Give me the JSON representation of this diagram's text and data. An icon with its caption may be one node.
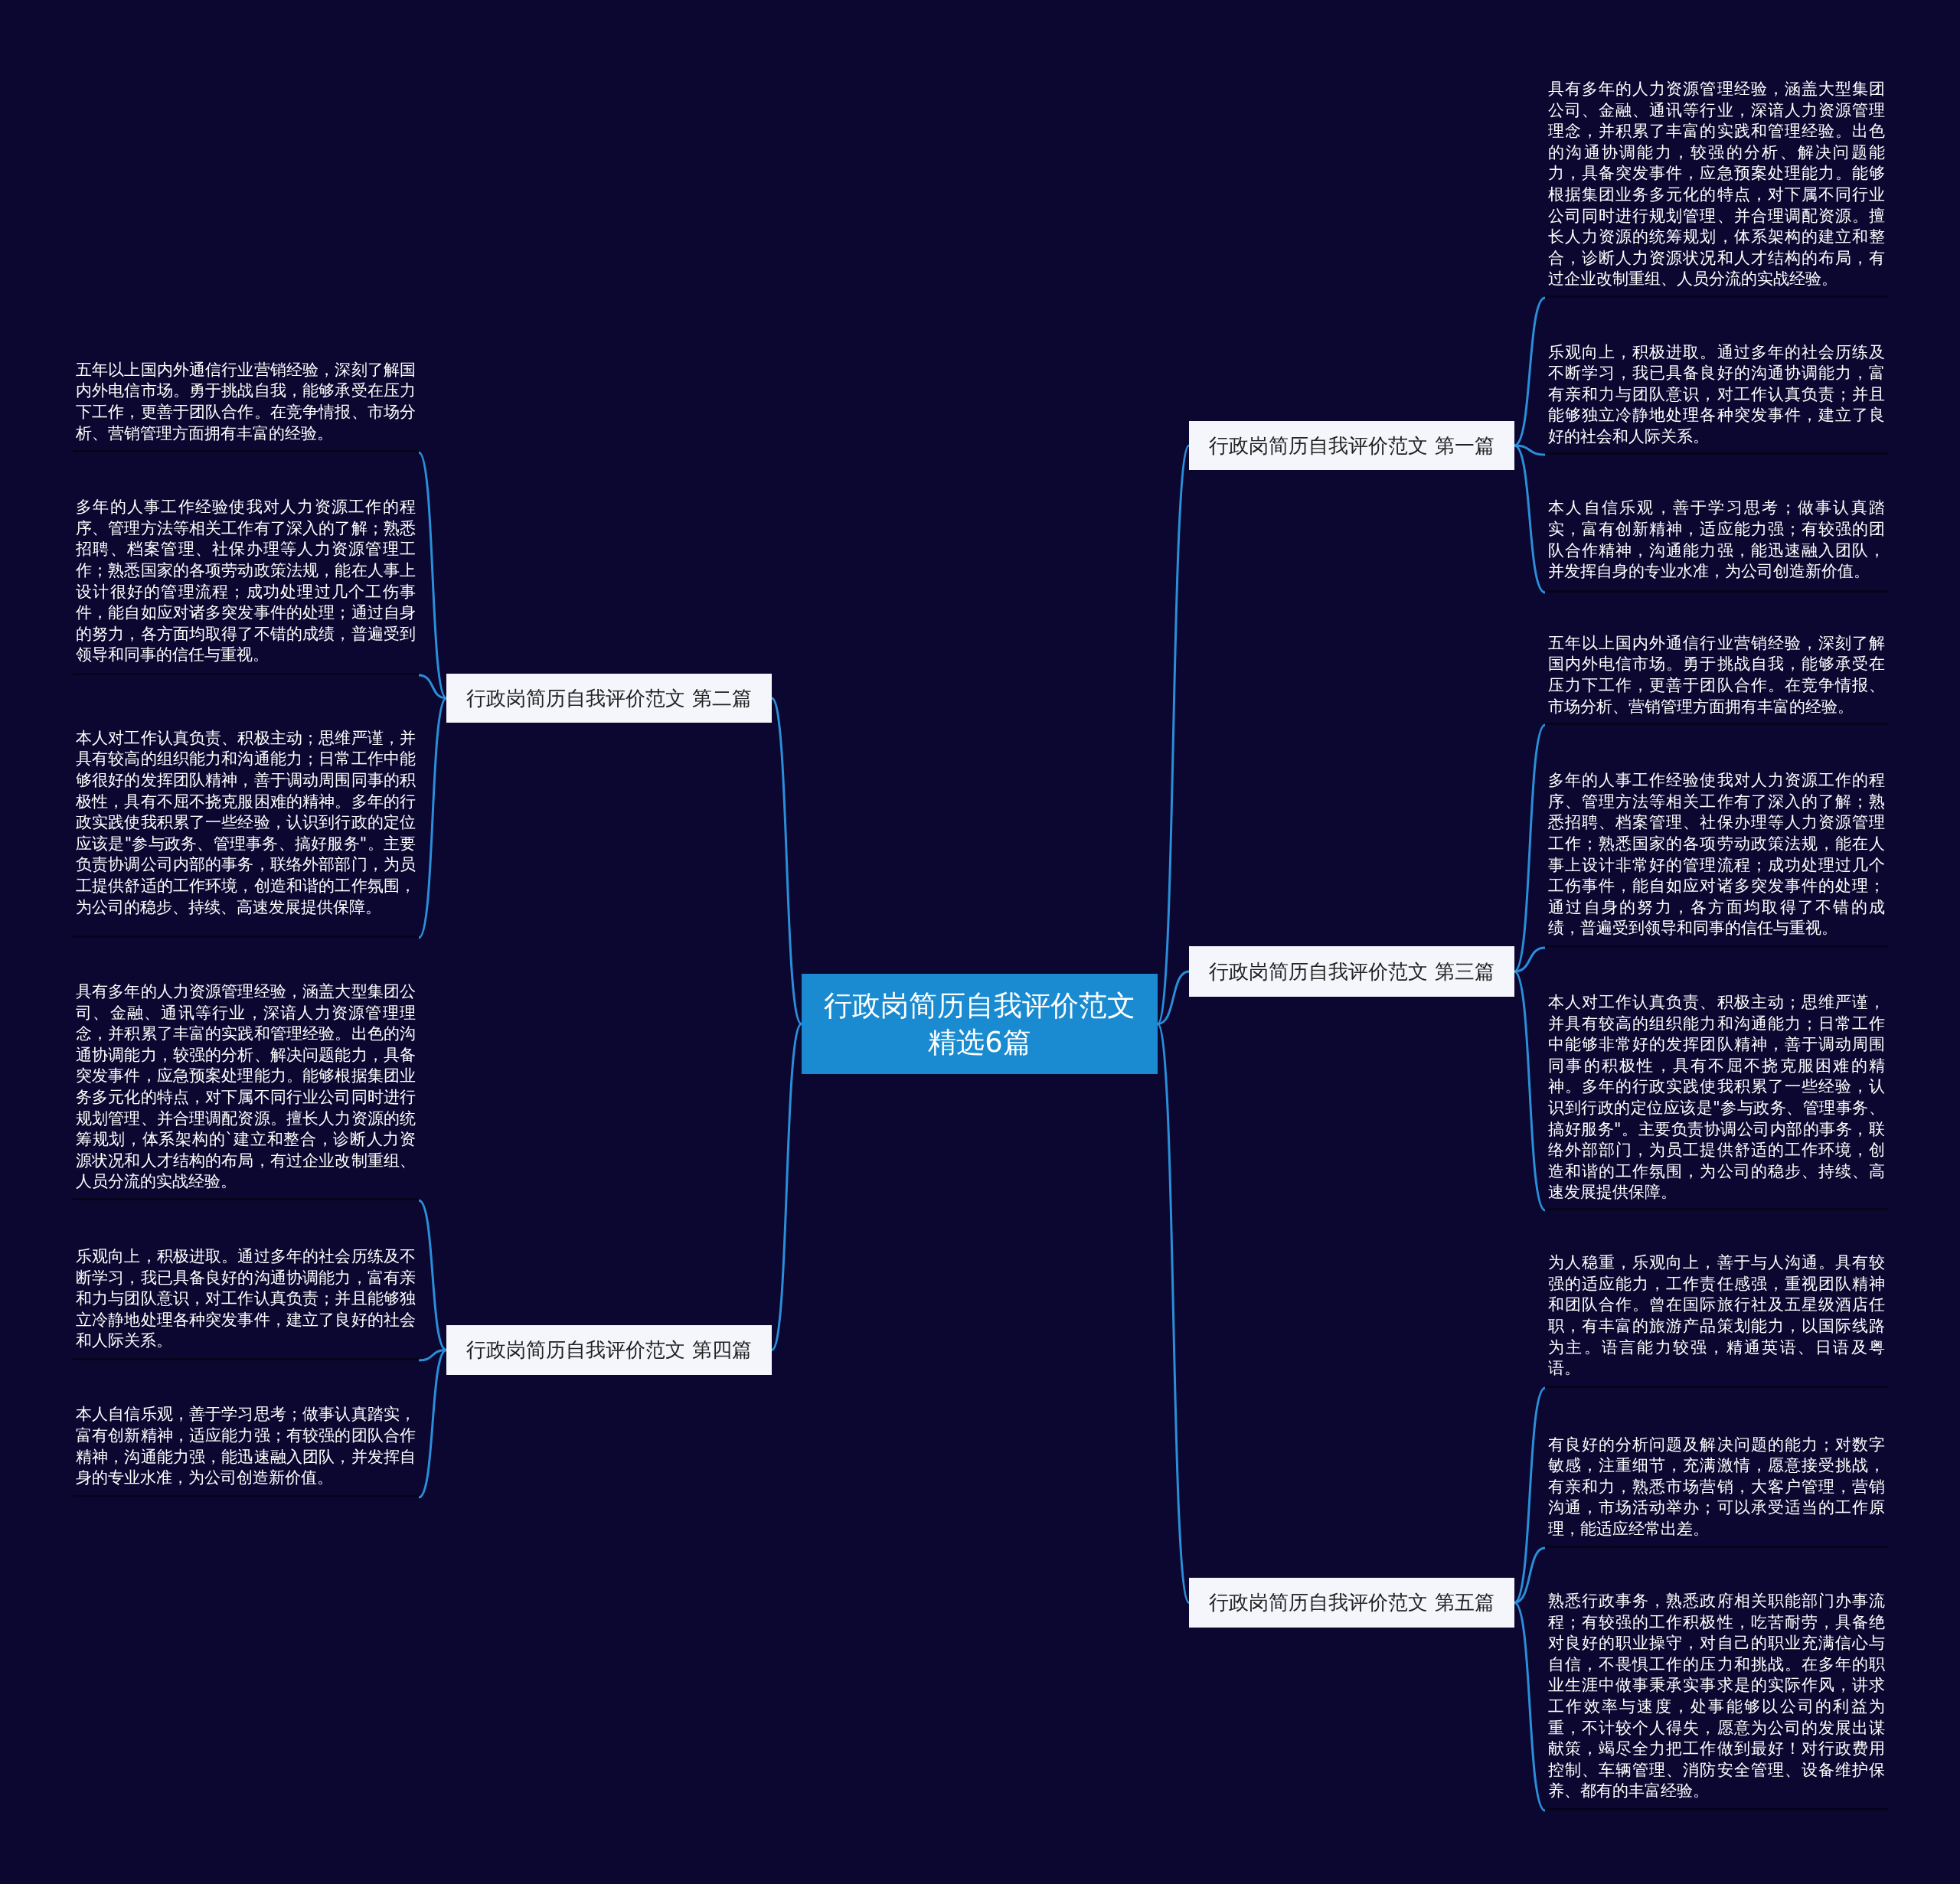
{
  "diagram": {
    "nodes": [
      {
        "text": [
          "行政岗简历自我评价范文精选6篇"
        ]
      },
      {
        "text": [
          "行政岗简历自我评价范文 第一篇"
        ]
      },
      {
        "text": [
          "具有多年的人力资源管理经验，涵盖大型集团公司、金融、通讯等行业，深谙人力资源管理理念，并积累了丰富的实践和管理经验。出色的沟通协调能力，较强的分析、解决问题能力，具备突发事件，应急预案处理能力。能够根据集团业务多元化的特点，对下属不同行业公司同时进行规划管理、并合理调配资源。擅长人力资源的统筹规划，体系架构的建立和整合，诊断人力资源状况和人才结构的布局，有过企业改制重组、人员分流的实战经验。"
        ]
      },
      {
        "text": [
          "乐观向上，积极进取。通过多年的社会历练及不断学习，我已具备良好的沟通协调能力，富有亲和力与团队意识，对工作认真负责；并且能够独立冷静地处理各种突发事件，建立了良好的社会和人际关系。"
        ]
      },
      {
        "text": [
          "本人自信乐观，善于学习思考；做事认真踏实，富有创新精神，适应能力强；有较强的团队合作精神，沟通能力强，能迅速融入团队，并发挥自身的专业水准，为公司创造新价值。"
        ]
      },
      {
        "text": [
          "行政岗简历自我评价范文 第二篇"
        ]
      },
      {
        "text": [
          "五年以上国内外通信行业营销经验，深刻了解国内外电信市场。勇于挑战自我，能够承受在压力下工作，更善于团队合作。在竞争情报、市场分析、营销管理方面拥有丰富的经验。"
        ]
      },
      {
        "text": [
          "多年的人事工作经验使我对人力资源工作的程序、管理方法等相关工作有了深入的了解；熟悉招聘、档案管理、社保办理等人力资源管理工作；熟悉国家的各项劳动政策法规，能在人事上设计很好的管理流程；成功处理过几个工伤事件，能自如应对诸多突发事件的处理；通过自身的努力，各方面均取得了不错的成绩，普遍受到领导和同事的信任与重视。"
        ]
      },
      {
        "text": [
          "本人对工作认真负责、积极主动；思维严谨，并具有较高的组织能力和沟通能力；日常工作中能够很好的发挥团队精神，善于调动周围同事的积极性，具有不屈不挠克服困难的精神。多年的行政实践使我积累了一些经验，认识到行政的定位应该是\"参与政务、管理事务、搞好服务\"。主要负责协调公司内部的事务，联络外部部门，为员工提供舒适的工作环境，创造和谐的工作氛围，为公司的稳步、持续、高速发展提供保障。"
        ]
      },
      {
        "text": [
          "行政岗简历自我评价范文 第三篇"
        ]
      },
      {
        "text": [
          "五年以上国内外通信行业营销经验，深刻了解国内外电信市场。勇于挑战自我，能够承受在压力下工作，更善于团队合作。在竞争情报、市场分析、营销管理方面拥有丰富的经验。"
        ]
      },
      {
        "text": [
          "多年的人事工作经验使我对人力资源工作的程序、管理方法等相关工作有了深入的了解；熟悉招聘、档案管理、社保办理等人力资源管理工作；熟悉国家的各项劳动政策法规，能在人事上设计非常好的管理流程；成功处理过几个工伤事件，能自如应对诸多突发事件的处理；通过自身的努力，各方面均取得了不错的成绩，普遍受到领导和同事的信任与重视。"
        ]
      },
      {
        "text": [
          "本人对工作认真负责、积极主动；思维严谨，并具有较高的组织能力和沟通能力；日常工作中能够非常好的发挥团队精神，善于调动周围同事的积极性，具有不屈不挠克服困难的精神。多年的行政实践使我积累了一些经验，认识到行政的定位应该是\"参与政务、管理事务、搞好服务\"。主要负责协调公司内部的事务，联络外部部门，为员工提供舒适的工作环境，创造和谐的工作氛围，为公司的稳步、持续、高速发展提供保障。"
        ]
      },
      {
        "text": [
          "行政岗简历自我评价范文 第四篇"
        ]
      },
      {
        "text": [
          "具有多年的人力资源管理经验，涵盖大型集团公司、金融、通讯等行业，深谙人力资源管理理念，并积累了丰富的实践和管理经验。出色的沟通协调能力，较强的分析、解决问题能力，具备突发事件，应急预案处理能力。能够根据集团业务多元化的特点，对下属不同行业公司同时进行规划管理、并合理调配资源。擅长人力资源的统筹规划，体系架构的`建立和整合，诊断人力资源状况和人才结构的布局，有过企业改制重组、人员分流的实战经验。"
        ]
      },
      {
        "text": [
          "乐观向上，积极进取。通过多年的社会历练及不断学习，我已具备良好的沟通协调能力，富有亲和力与团队意识，对工作认真负责；并且能够独立冷静地处理各种突发事件，建立了良好的社会和人际关系。"
        ]
      },
      {
        "text": [
          "本人自信乐观，善于学习思考；做事认真踏实，富有创新精神，适应能力强；有较强的团队合作精神，沟通能力强，能迅速融入团队，并发挥自身的专业水准，为公司创造新价值。"
        ]
      },
      {
        "text": [
          "行政岗简历自我评价范文 第五篇"
        ]
      },
      {
        "text": [
          "为人稳重，乐观向上，善于与人沟通。具有较强的适应能力，工作责任感强，重视团队精神和团队合作。曾在国际旅行社及五星级酒店任职，有丰富的旅游产品策划能力，以国际线路为主。语言能力较强，精通英语、日语及粤语。"
        ]
      },
      {
        "text": [
          "有良好的分析问题及解决问题的能力；对数字敏感，注重细节，充满激情，愿意接受挑战，有亲和力，熟悉市场营销，大客户管理，营销沟通，市场活动举办；可以承受适当的工作原理，能适应经常出差。"
        ]
      },
      {
        "text": [
          "熟悉行政事务，熟悉政府相关职能部门办事流程；有较强的工作积极性，吃苦耐劳，具备绝对良好的职业操守，对自己的职业充满信心与自信，不畏惧工作的压力和挑战。在多年的职业生涯中做事秉承实事求是的实际作风，讲求工作效率与速度，处事能够以公司的利益为重，不计较个人得失，愿意为公司的发展出谋献策，竭尽全力把工作做到最好！对行政费用控制、车辆管理、消防安全管理、设备维护保养、都有的丰富经验。"
        ]
      }
    ],
    "edges": [
      {
        "from": 0,
        "to": 1,
        "arrow": "none"
      },
      {
        "from": 1,
        "to": 2,
        "arrow": "none"
      },
      {
        "from": 1,
        "to": 3,
        "arrow": "none"
      },
      {
        "from": 1,
        "to": 4,
        "arrow": "none"
      },
      {
        "from": 0,
        "to": 5,
        "arrow": "none"
      },
      {
        "from": 5,
        "to": 6,
        "arrow": "none"
      },
      {
        "from": 5,
        "to": 7,
        "arrow": "none"
      },
      {
        "from": 5,
        "to": 8,
        "arrow": "none"
      },
      {
        "from": 0,
        "to": 9,
        "arrow": "none"
      },
      {
        "from": 9,
        "to": 10,
        "arrow": "none"
      },
      {
        "from": 9,
        "to": 11,
        "arrow": "none"
      },
      {
        "from": 9,
        "to": 12,
        "arrow": "none"
      },
      {
        "from": 0,
        "to": 13,
        "arrow": "none"
      },
      {
        "from": 13,
        "to": 14,
        "arrow": "none"
      },
      {
        "from": 13,
        "to": 15,
        "arrow": "none"
      },
      {
        "from": 13,
        "to": 16,
        "arrow": "none"
      },
      {
        "from": 0,
        "to": 17,
        "arrow": "none"
      },
      {
        "from": 17,
        "to": 18,
        "arrow": "none"
      },
      {
        "from": 17,
        "to": 19,
        "arrow": "none"
      },
      {
        "from": 17,
        "to": 20,
        "arrow": "none"
      }
    ]
  }
}
